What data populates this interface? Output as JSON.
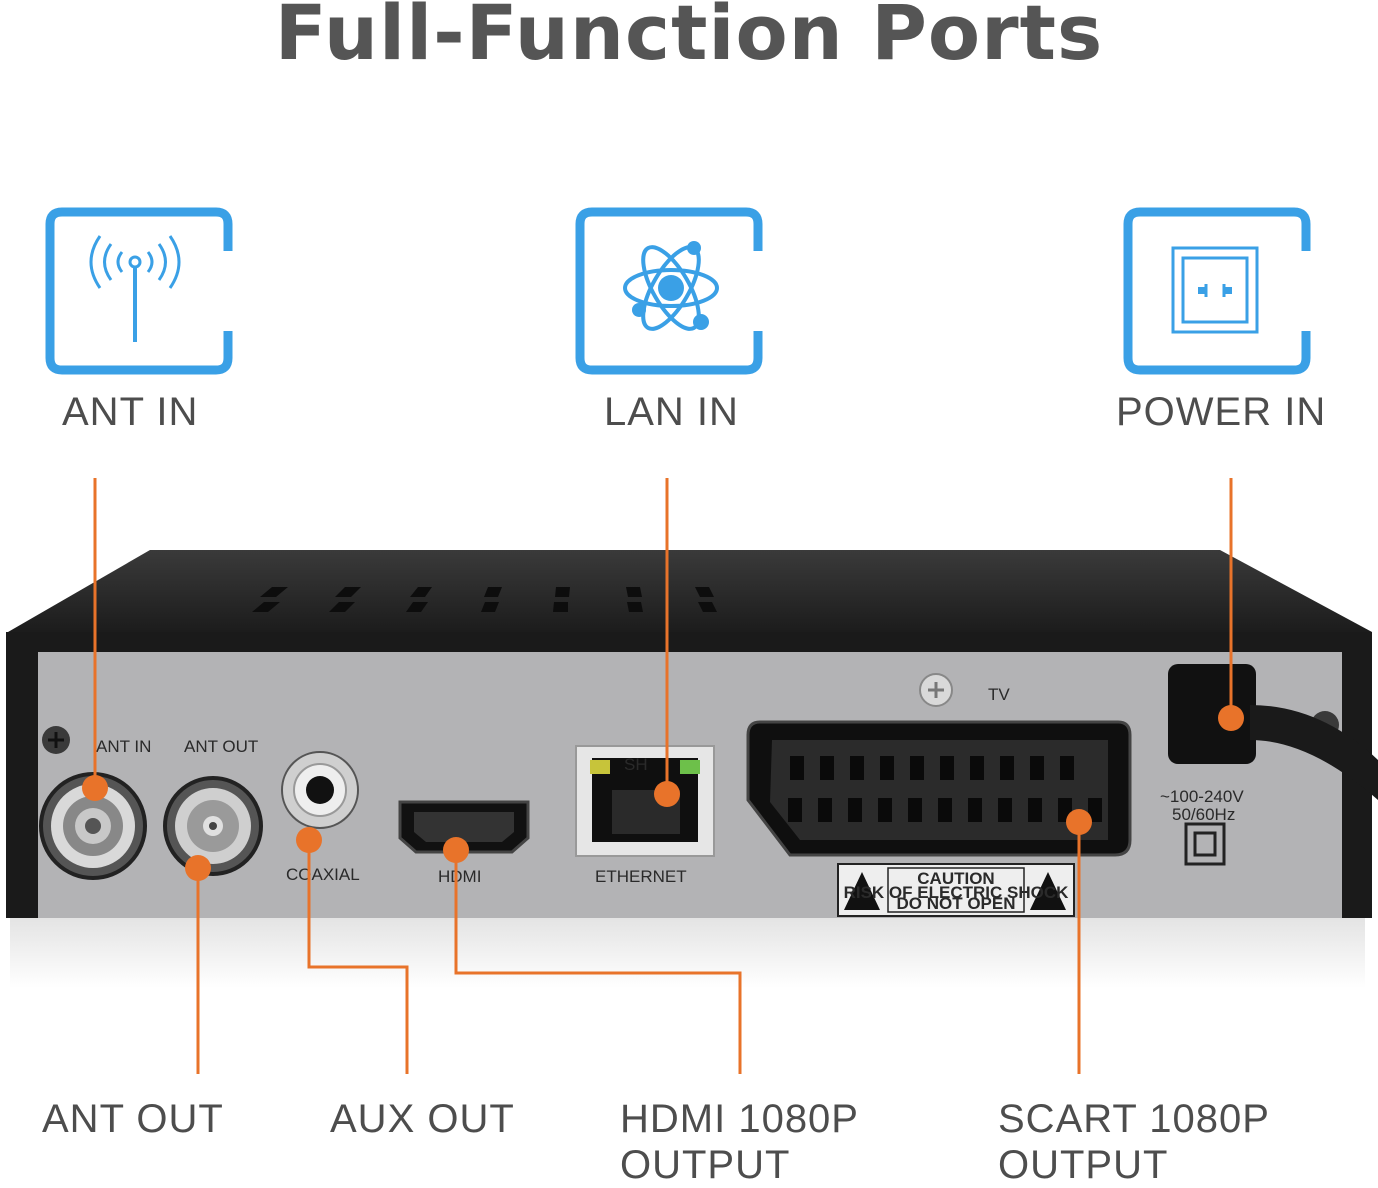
{
  "title": "Full-Function Ports",
  "colors": {
    "accent_blue": "#3aa0e6",
    "callout_orange": "#e8732a",
    "text_gray": "#4d4d4d"
  },
  "features": [
    {
      "label": "ANT IN",
      "icon": "antenna-icon"
    },
    {
      "label": "LAN IN",
      "icon": "atom-icon"
    },
    {
      "label": "POWER IN",
      "icon": "power-socket-icon"
    }
  ],
  "outputs": [
    {
      "line1": "ANT OUT",
      "line2": ""
    },
    {
      "line1": "AUX OUT",
      "line2": ""
    },
    {
      "line1": "HDMI 1080P",
      "line2": "OUTPUT"
    },
    {
      "line1": "SCART 1080P",
      "line2": "OUTPUT"
    }
  ],
  "panel": {
    "ant_in": "ANT IN",
    "ant_out": "ANT OUT",
    "coaxial": "COAXIAL",
    "hdmi": "HDMI",
    "ethernet": "ETHERNET",
    "tv": "TV",
    "sh": "SH",
    "voltage": "~100-240V",
    "frequency": "50/60Hz",
    "caution": "CAUTION",
    "caution_line1": "RISK OF ELECTRIC SHOCK",
    "caution_line2": "DO NOT OPEN"
  }
}
